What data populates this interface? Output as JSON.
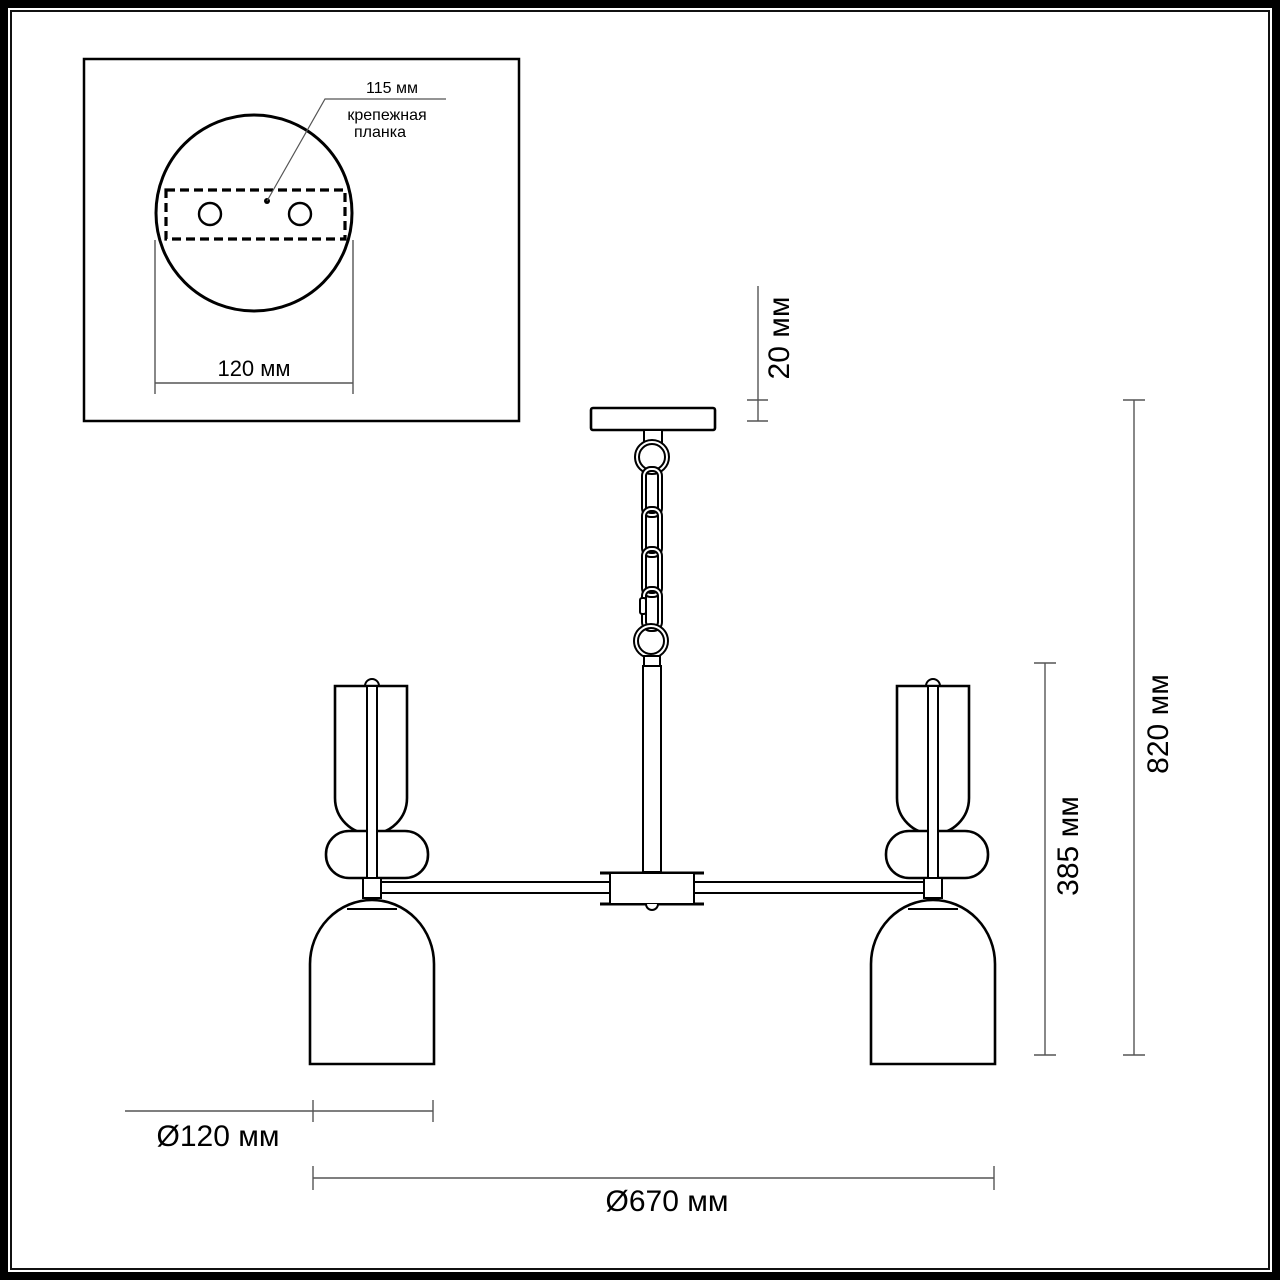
{
  "inset": {
    "leader_dimension": "115 мм",
    "leader_caption_line1": "крепежная",
    "leader_caption_line2": "планка",
    "canopy_diameter": "120 мм"
  },
  "main": {
    "canopy_thickness": "20 мм",
    "total_height": "820 мм",
    "lamp_height": "385 мм",
    "shade_diameter": "Ø120 мм",
    "overall_diameter": "Ø670 мм"
  },
  "colors": {
    "line": "#000000",
    "dimension_line": "#555555",
    "background": "#ffffff"
  }
}
